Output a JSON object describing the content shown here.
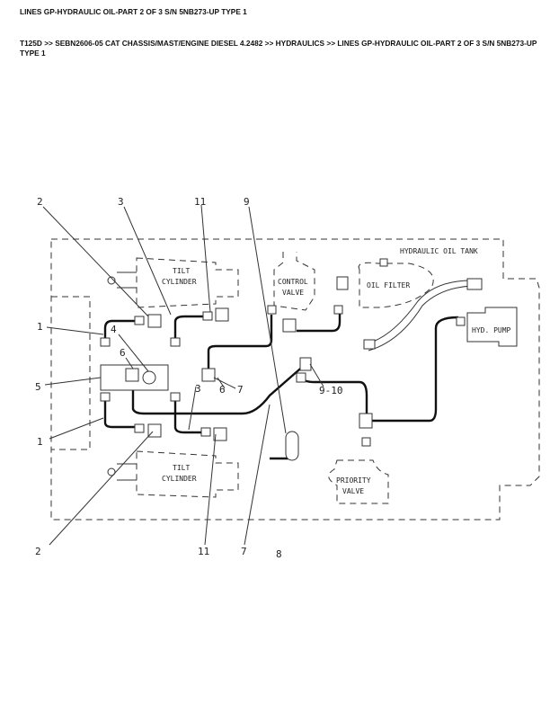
{
  "title": "LINES GP-HYDRAULIC OIL-PART 2 OF 3 S/N 5NB273-UP TYPE 1",
  "breadcrumb": "T125D >> SEBN2606-05 CAT CHASSIS/MAST/ENGINE DIESEL 4.2482 >> HYDRAULICS >> LINES GP-HYDRAULIC OIL-PART 2 OF 3 S/N 5NB273-UP TYPE 1",
  "diagram": {
    "components": {
      "tank": "HYDRAULIC OIL TANK",
      "tilt_top_1": "TILT",
      "tilt_top_2": "CYLINDER",
      "control_1": "CONTROL",
      "control_2": "VALVE",
      "filter": "OIL FILTER",
      "pump": "HYD. PUMP",
      "tilt_bot_1": "TILT",
      "tilt_bot_2": "CYLINDER",
      "priority_1": "PRIORITY",
      "priority_2": "VALVE"
    },
    "callouts": [
      "2",
      "3",
      "11",
      "9",
      "1",
      "4",
      "6",
      "5",
      "3",
      "6",
      "7",
      "9-10",
      "1",
      "2",
      "11",
      "7",
      "8"
    ]
  }
}
